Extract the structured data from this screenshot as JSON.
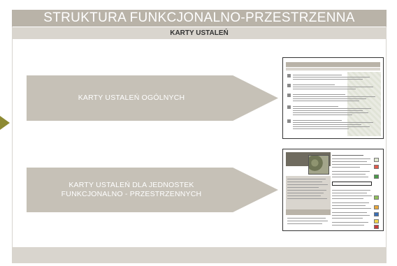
{
  "title": "STRUKTURA FUNKCJONALNO-PRZESTRZENNA",
  "subtitle": "KARTY USTALEŃ",
  "items": [
    {
      "label": "KARTY USTALEŃ OGÓLNYCH"
    },
    {
      "label_line1": "KARTY USTALEŃ DLA JEDNOSTEK",
      "label_line2": "FUNKCJONALNO - PRZESTRZENNYCH"
    }
  ],
  "colors": {
    "title_bar": "#b9b3a8",
    "subtitle_bar": "#d9d5ce",
    "arrow": "#c6c1b7",
    "side_arrow": "#8d8a33"
  },
  "icons": [
    "play-arrow-icon"
  ]
}
